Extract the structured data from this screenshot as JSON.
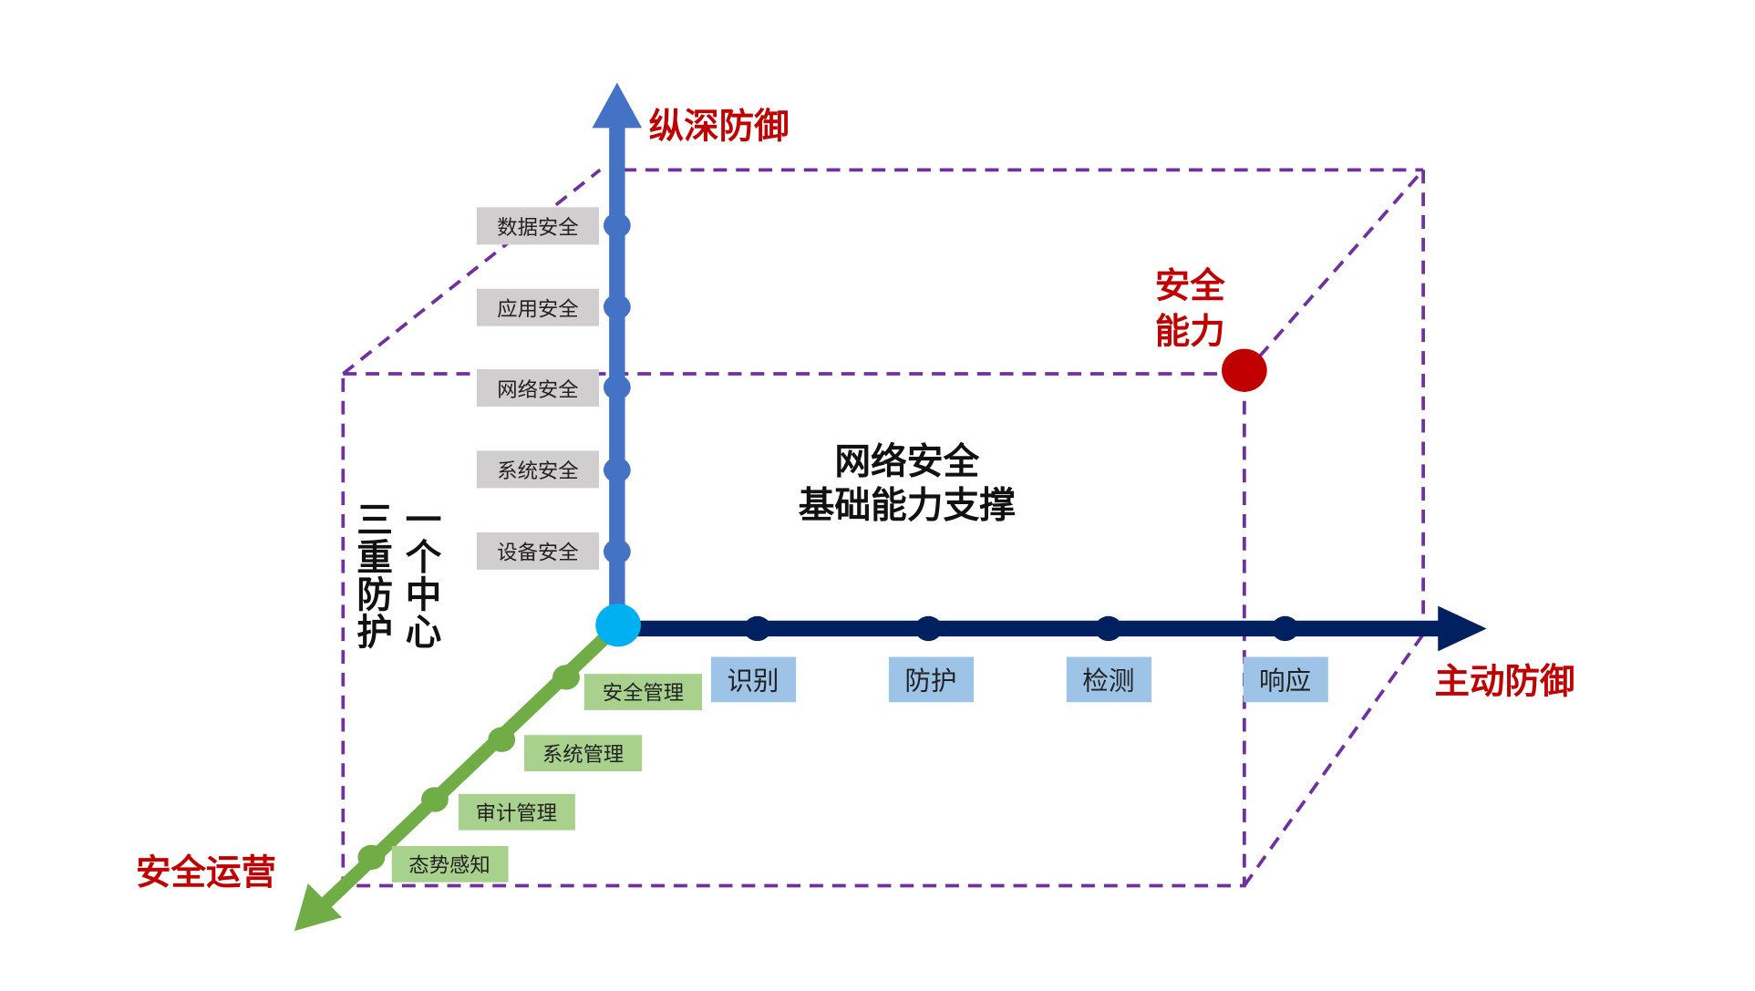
{
  "axes": {
    "vertical": {
      "title": "纵深防御",
      "items": [
        "数据安全",
        "应用安全",
        "网络安全",
        "系统安全",
        "设备安全"
      ]
    },
    "horizontal": {
      "title": "主动防御",
      "items": [
        "识别",
        "防护",
        "检测",
        "响应"
      ]
    },
    "diagonal": {
      "title": "安全运营",
      "items": [
        "安全管理",
        "系统管理",
        "审计管理",
        "态势感知"
      ]
    }
  },
  "point": {
    "label_line1": "安全",
    "label_line2": "能力"
  },
  "center_text": {
    "line1": "网络安全",
    "line2": "基础能力支撑"
  },
  "side_text": {
    "col1": [
      "三",
      "重",
      "防",
      "护"
    ],
    "col2": [
      "一",
      "个",
      "中",
      "心"
    ]
  },
  "colors": {
    "dash": "#7030a0",
    "vertical": "#4472c4",
    "horizontal": "#002060",
    "diagonal": "#70ad47",
    "origin": "#00b0f0",
    "point": "#c00000",
    "gray_box": "#d0cece",
    "blue_box": "#9dc3e6",
    "green_box": "#a9d18e"
  }
}
